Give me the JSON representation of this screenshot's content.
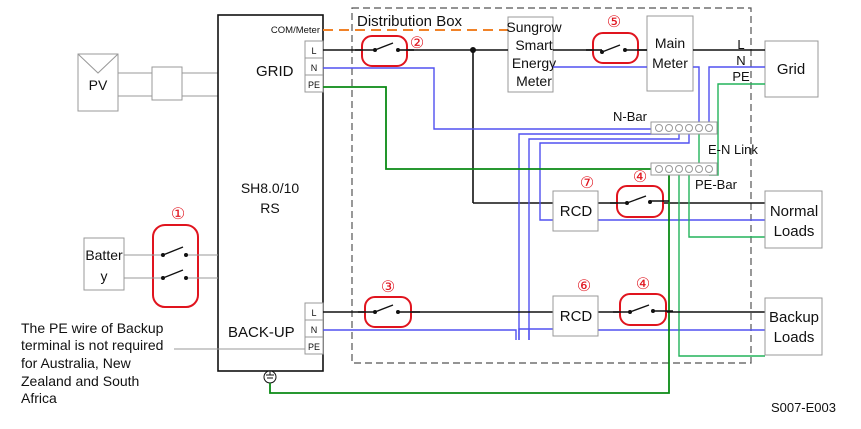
{
  "colors": {
    "line": "#111111",
    "neutral": "#5050f0",
    "pe_dark": "#0a8a14",
    "pe_light": "#22b45a",
    "com": "#f08228",
    "switch_outline": "#e0141e",
    "box_border": "#999999",
    "dist_border": "#555555"
  },
  "pv": {
    "label": "PV"
  },
  "battery": {
    "line1": "Batter",
    "line2": "y"
  },
  "inverter": {
    "model_line1": "SH8.0/10",
    "model_line2": "RS",
    "com_port": "COM/Meter",
    "grid_label": "GRID",
    "backup_label": "BACK-UP",
    "terminals": [
      "L",
      "N",
      "PE"
    ]
  },
  "distribution_box": {
    "title": "Distribution Box"
  },
  "smart_meter": {
    "lines": [
      "Sungrow",
      "Smart",
      "Energy",
      "Meter"
    ]
  },
  "main_meter": {
    "lines": [
      "Main",
      "Meter"
    ]
  },
  "grid": {
    "label": "Grid",
    "phase_labels": [
      "L",
      "N",
      "PE"
    ]
  },
  "n_bar": {
    "label": "N-Bar"
  },
  "pe_bar": {
    "label": "PE-Bar"
  },
  "en_link": {
    "label": "E-N Link"
  },
  "rcd": {
    "label": "RCD"
  },
  "normal_loads": {
    "line1": "Normal",
    "line2": "Loads"
  },
  "backup_loads": {
    "line1": "Backup",
    "line2": "Loads"
  },
  "markers": {
    "m1": "①",
    "m2": "②",
    "m3": "③",
    "m4a": "④",
    "m4b": "④",
    "m5": "⑤",
    "m6": "⑥",
    "m7": "⑦"
  },
  "note": {
    "lines": [
      "The PE wire of Backup",
      "terminal is not required",
      "for Australia, New",
      "Zealand and South",
      "Africa"
    ]
  },
  "figure_code": "S007-E003"
}
